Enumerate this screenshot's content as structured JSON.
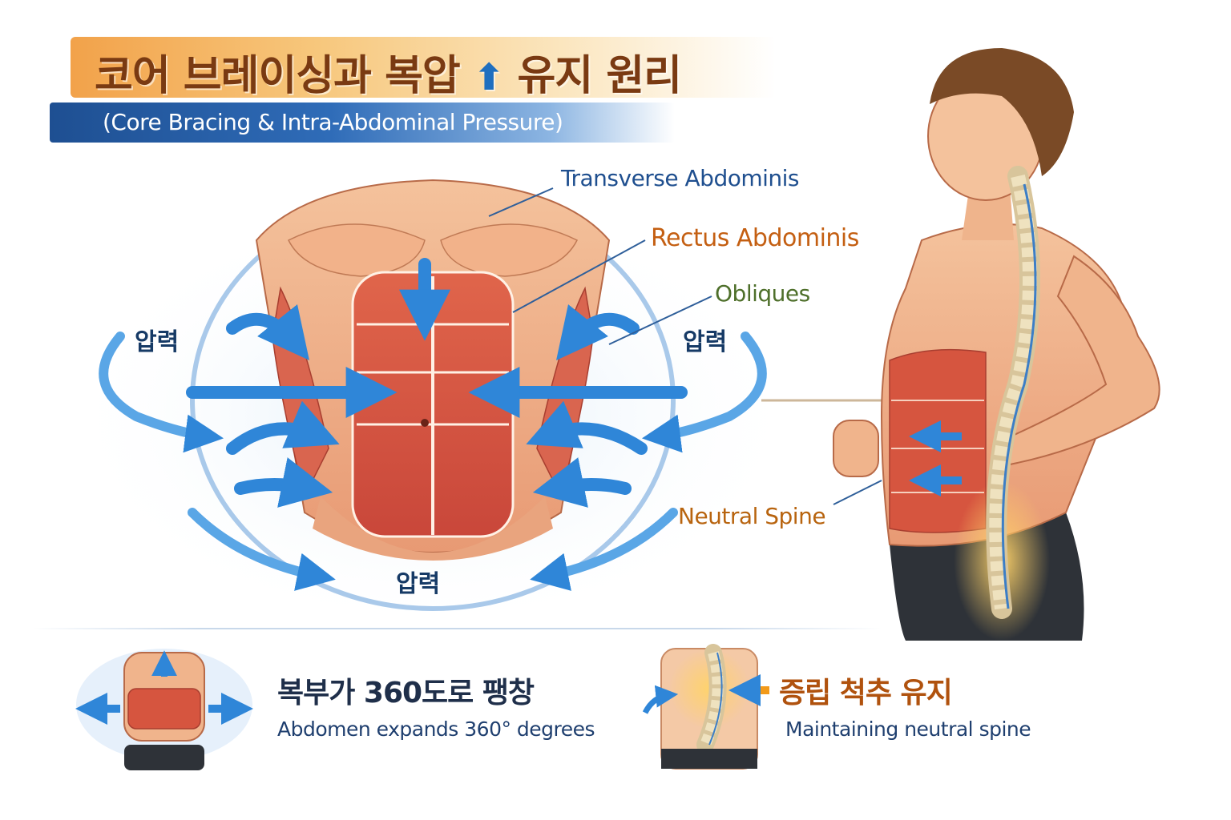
{
  "title": {
    "text_part1": "코어 브레이싱과 복압",
    "up_arrow": "⬆",
    "text_part2": "유지 원리",
    "subtitle": "(Core Bracing & Intra-Abdominal Pressure)"
  },
  "labels": {
    "transverse_abdominis": "Transverse Abdominis",
    "rectus_abdominis": "Rectus Abdominis",
    "obliques": "Obliques",
    "neutral_spine": "Neutral Spine"
  },
  "pressure_labels": {
    "left": "압력",
    "right": "압력",
    "bottom": "압력"
  },
  "bottom": {
    "item1": {
      "ko": "복부가 360도로 팽창",
      "en": "Abdomen expands 360° degrees"
    },
    "item2": {
      "ko": "증립 척추 유지",
      "en": "Maintaining neutral spine"
    }
  },
  "colors": {
    "title_text": "#7a3a12",
    "title_band": "#f2a24a",
    "subtitle_band": "#1e4f92",
    "arrow_blue": "#2f86d8",
    "muscle_red": "#d6553f",
    "skin": "#f0b48c",
    "spine": "#efe2bf",
    "glow": "#f5b13a"
  },
  "icons": [
    "pressure-arrow-icon",
    "up-arrow-icon",
    "spine-icon"
  ]
}
